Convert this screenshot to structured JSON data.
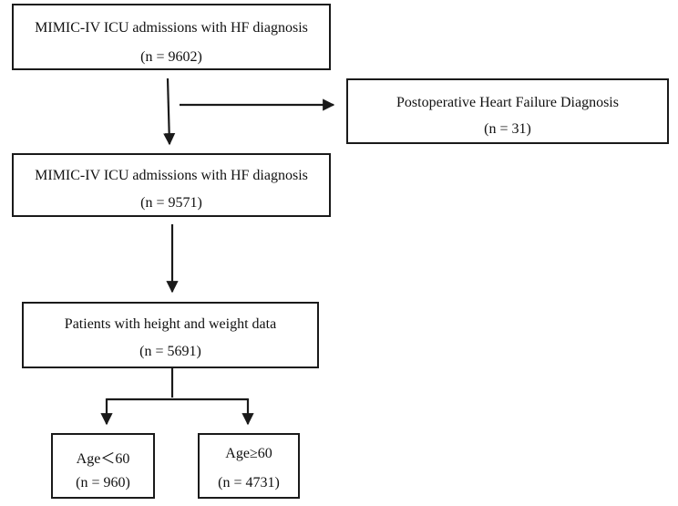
{
  "flow": {
    "step1": {
      "title": "MIMIC-IV ICU admissions with HF diagnosis",
      "count": "(n = 9602)"
    },
    "exclusion": {
      "title": "Postoperative Heart Failure Diagnosis",
      "count": "(n = 31)"
    },
    "step2": {
      "title": "MIMIC-IV ICU admissions with HF diagnosis",
      "count": "(n = 9571)"
    },
    "step3": {
      "title": "Patients with height and weight data",
      "count": "(n = 5691)"
    },
    "group_young": {
      "title": "Age＜60",
      "count": "(n = 960)"
    },
    "group_old": {
      "title": "Age≥60",
      "count": "(n = 4731)"
    }
  },
  "colors": {
    "stroke": "#1a1a1a",
    "background": "#ffffff"
  }
}
